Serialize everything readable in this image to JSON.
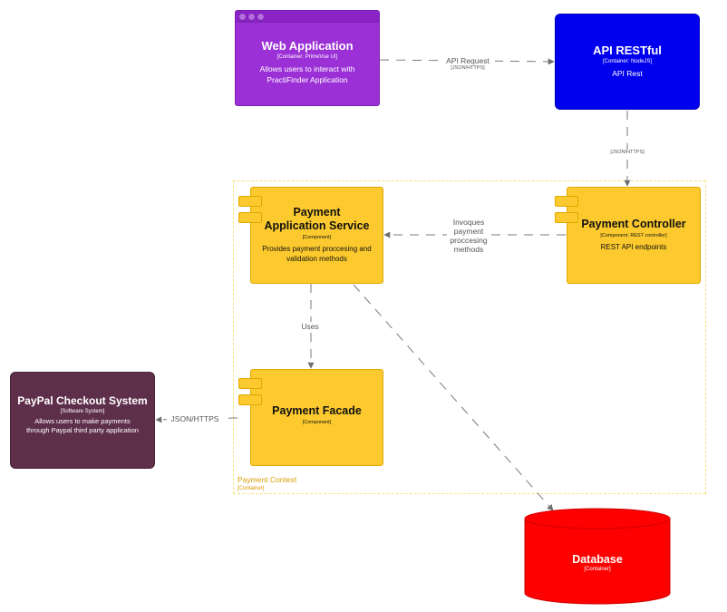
{
  "nodes": {
    "web_app": {
      "title": "Web Application",
      "subtitle": "[Container: PrimeVue UI]",
      "description": "Allows users to interact with PractiFinder Application",
      "color": "#9b30d6"
    },
    "api": {
      "title": "API RESTful",
      "subtitle": "[Container: NodeJS]",
      "description": "API Rest",
      "color": "#0000ee"
    },
    "payment_app_service": {
      "title": "Payment Application Service",
      "subtitle": "[Component]",
      "description": "Provides payment proccesing and validation methods",
      "color": "#fcca2e"
    },
    "payment_controller": {
      "title": "Payment Controller",
      "subtitle": "[Component: REST controller]",
      "description": "REST API endpoints",
      "color": "#fcca2e"
    },
    "payment_facade": {
      "title": "Payment Facade",
      "subtitle": "[Component]",
      "color": "#fcca2e"
    },
    "paypal": {
      "title": "PayPal Checkout System",
      "subtitle": "[Software System]",
      "description": "Allows users to make payments through Paypal third party application",
      "color": "#5e2f4b"
    },
    "database": {
      "title": "Database",
      "subtitle": "[Container]",
      "color": "#ff0000"
    }
  },
  "boundary": {
    "label": "Payment Context",
    "subtitle": "[Container]",
    "color": "#f6e27a"
  },
  "edges": {
    "web_to_api": {
      "label": "API Request",
      "tech": "[JSON/HTTPS]"
    },
    "api_to_controller": {
      "tech": "[JSON/HTTPS]"
    },
    "controller_to_service": {
      "label": "Invoques payment proccesing methods"
    },
    "service_to_facade": {
      "label": "Uses"
    },
    "facade_to_paypal": {
      "label": "JSON/HTTPS"
    }
  }
}
